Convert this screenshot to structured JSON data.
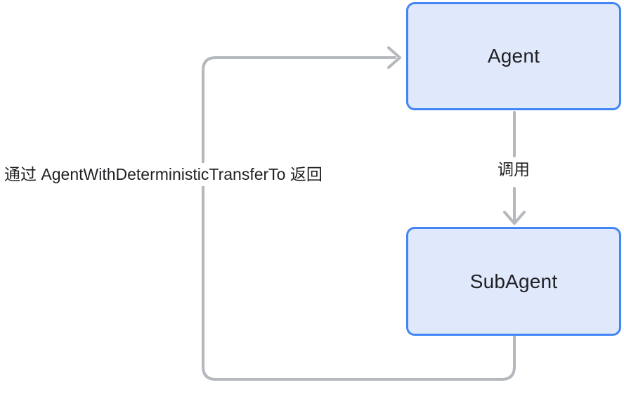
{
  "diagram": {
    "type": "flowchart",
    "background_color": "#ffffff",
    "nodes": [
      {
        "id": "agent",
        "label": "Agent",
        "fill_color": "#e0e8fb",
        "border_color": "#4285f4",
        "text_color": "#1f2023"
      },
      {
        "id": "subagent",
        "label": "SubAgent",
        "fill_color": "#e0e8fb",
        "border_color": "#4285f4",
        "text_color": "#1f2023"
      }
    ],
    "edges": [
      {
        "id": "agent-to-subagent",
        "from": "agent",
        "to": "subagent",
        "label": "调用",
        "direction": "down",
        "line_color": "#b5b8bd"
      },
      {
        "id": "subagent-to-agent",
        "from": "subagent",
        "to": "agent",
        "label": "通过 AgentWithDeterministicTransferTo 返回",
        "direction": "loop-left",
        "line_color": "#b5b8bd"
      }
    ]
  }
}
